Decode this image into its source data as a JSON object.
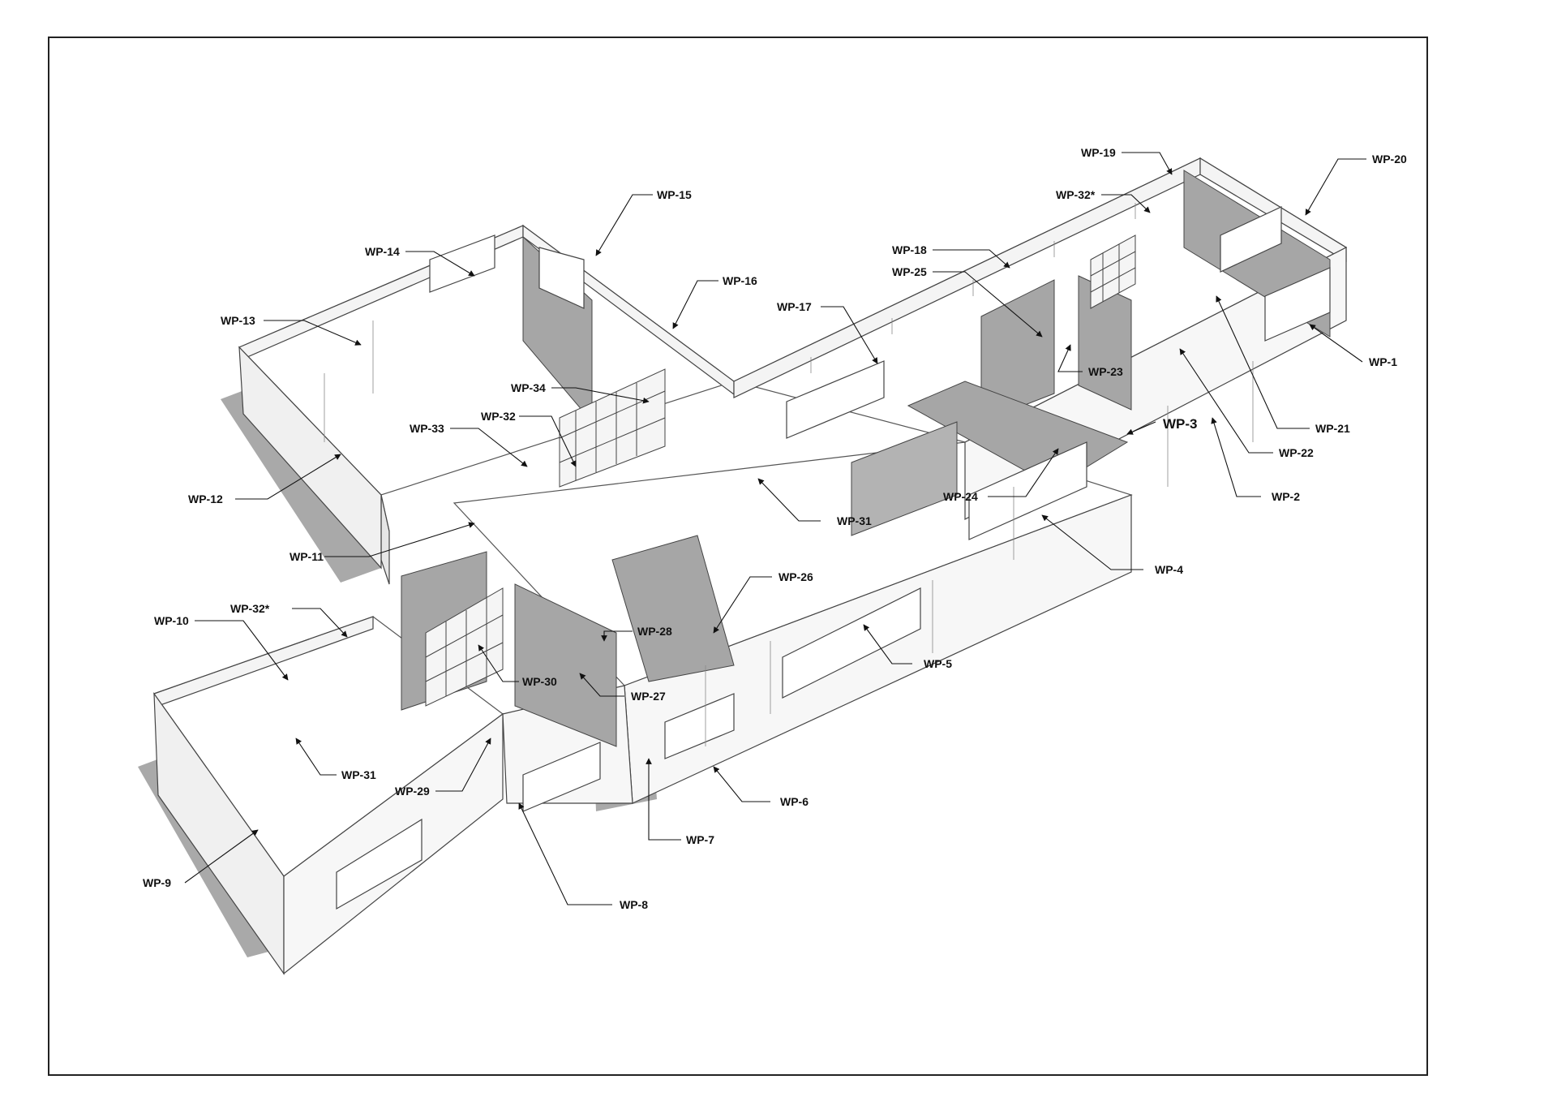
{
  "labels": [
    {
      "id": "wp-1",
      "text": "WP-1"
    },
    {
      "id": "wp-2",
      "text": "WP-2"
    },
    {
      "id": "wp-3",
      "text": "WP-3"
    },
    {
      "id": "wp-4",
      "text": "WP-4"
    },
    {
      "id": "wp-5",
      "text": "WP-5"
    },
    {
      "id": "wp-6",
      "text": "WP-6"
    },
    {
      "id": "wp-7",
      "text": "WP-7"
    },
    {
      "id": "wp-8",
      "text": "WP-8"
    },
    {
      "id": "wp-9",
      "text": "WP-9"
    },
    {
      "id": "wp-10",
      "text": "WP-10"
    },
    {
      "id": "wp-11",
      "text": "WP-11"
    },
    {
      "id": "wp-12",
      "text": "WP-12"
    },
    {
      "id": "wp-13",
      "text": "WP-13"
    },
    {
      "id": "wp-14",
      "text": "WP-14"
    },
    {
      "id": "wp-15",
      "text": "WP-15"
    },
    {
      "id": "wp-16",
      "text": "WP-16"
    },
    {
      "id": "wp-17",
      "text": "WP-17"
    },
    {
      "id": "wp-18",
      "text": "WP-18"
    },
    {
      "id": "wp-19",
      "text": "WP-19"
    },
    {
      "id": "wp-20",
      "text": "WP-20"
    },
    {
      "id": "wp-21",
      "text": "WP-21"
    },
    {
      "id": "wp-22",
      "text": "WP-22"
    },
    {
      "id": "wp-23",
      "text": "WP-23"
    },
    {
      "id": "wp-24",
      "text": "WP-24"
    },
    {
      "id": "wp-25",
      "text": "WP-25"
    },
    {
      "id": "wp-26",
      "text": "WP-26"
    },
    {
      "id": "wp-27",
      "text": "WP-27"
    },
    {
      "id": "wp-28",
      "text": "WP-28"
    },
    {
      "id": "wp-29",
      "text": "WP-29"
    },
    {
      "id": "wp-30",
      "text": "WP-30"
    },
    {
      "id": "wp-31-a",
      "text": "WP-31"
    },
    {
      "id": "wp-31-b",
      "text": "WP-31"
    },
    {
      "id": "wp-32",
      "text": "WP-32"
    },
    {
      "id": "wp-32-star-a",
      "text": "WP-32*"
    },
    {
      "id": "wp-32-star-b",
      "text": "WP-32*"
    },
    {
      "id": "wp-33",
      "text": "WP-33"
    },
    {
      "id": "wp-34",
      "text": "WP-34"
    }
  ]
}
